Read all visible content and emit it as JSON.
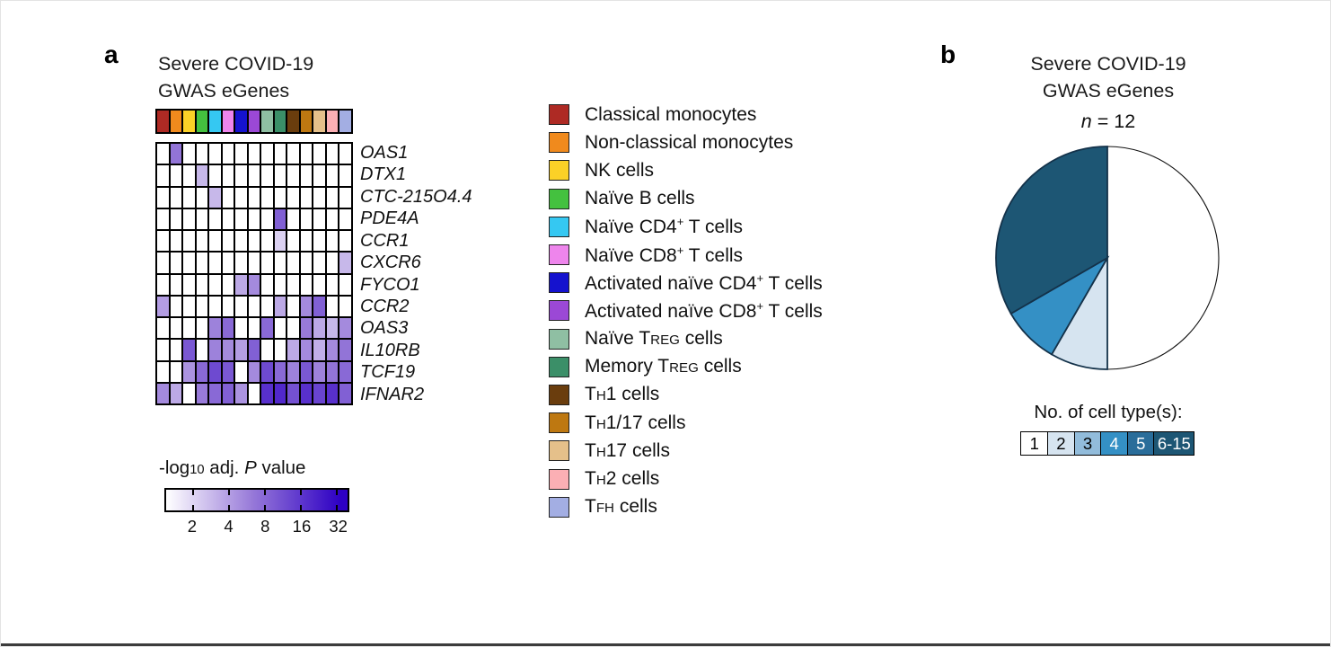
{
  "panel_a": {
    "panel_label": "a",
    "title_line1": "Severe COVID-19",
    "title_line2": "GWAS eGenes",
    "colorbar_label": "-log~10~ adj. *P* value"
  },
  "panel_b": {
    "panel_label": "b",
    "title_line1": "Severe COVID-19",
    "title_line2": "GWAS eGenes",
    "n_label": "*n* = 12",
    "legend_title": "No. of cell type(s):"
  },
  "celltype_legend": {
    "items": [
      {
        "label": "Classical monocytes",
        "color": "#ae2a24"
      },
      {
        "label": "Non-classical monocytes",
        "color": "#f08a1d"
      },
      {
        "label": "NK cells",
        "color": "#fbd127"
      },
      {
        "label": "Naïve B cells",
        "color": "#44c13f"
      },
      {
        "label": "Naïve CD4^+^ T cells",
        "color": "#35c8f2"
      },
      {
        "label": "Naïve CD8^+^ T cells",
        "color": "#ee85ec"
      },
      {
        "label": "Activated naïve CD4^+^ T cells",
        "color": "#1512ce"
      },
      {
        "label": "Activated naïve CD8^+^ T cells",
        "color": "#9b48d6"
      },
      {
        "label": "Naïve T~REG~ cells",
        "color": "#8fbfa3"
      },
      {
        "label": "Memory T~REG~ cells",
        "color": "#3b8f68"
      },
      {
        "label": "T~H~1 cells",
        "color": "#6a3d0d"
      },
      {
        "label": "T~H~1/17 cells",
        "color": "#be7811"
      },
      {
        "label": "T~H~17 cells",
        "color": "#e5c08a"
      },
      {
        "label": "T~H~2 cells",
        "color": "#fbafb4"
      },
      {
        "label": "T~FH~ cells",
        "color": "#a3aee3"
      }
    ]
  },
  "chart_data": [
    {
      "type": "heatmap",
      "title": "Severe COVID-19 GWAS eGenes",
      "value_label": "-log10 adj. P value",
      "rows": [
        "OAS1",
        "DTX1",
        "CTC-215O4.4",
        "PDE4A",
        "CCR1",
        "CXCR6",
        "FYCO1",
        "CCR2",
        "OAS3",
        "IL10RB",
        "TCF19",
        "IFNAR2"
      ],
      "columns": [
        "Classical monocytes",
        "Non-classical monocytes",
        "NK cells",
        "Naïve B cells",
        "Naïve CD4+ T cells",
        "Naïve CD8+ T cells",
        "Activated naïve CD4+ T cells",
        "Activated naïve CD8+ T cells",
        "Naïve TREG cells",
        "Memory TREG cells",
        "TH1 cells",
        "TH1/17 cells",
        "TH17 cells",
        "TH2 cells",
        "TFH cells"
      ],
      "column_colors": [
        "#ae2a24",
        "#f08a1d",
        "#fbd127",
        "#44c13f",
        "#35c8f2",
        "#ee85ec",
        "#1512ce",
        "#9b48d6",
        "#8fbfa3",
        "#3b8f68",
        "#6a3d0d",
        "#be7811",
        "#e5c08a",
        "#fbafb4",
        "#a3aee3"
      ],
      "values": [
        [
          0,
          6,
          0,
          0,
          0,
          0,
          0,
          0,
          0,
          0,
          0,
          0,
          0,
          0,
          0
        ],
        [
          0,
          0,
          0,
          2.5,
          0,
          0,
          0,
          0,
          0,
          0,
          0,
          0,
          0,
          0,
          0
        ],
        [
          0,
          0,
          0,
          0,
          2.5,
          0,
          0,
          0,
          0,
          0,
          0,
          0,
          0,
          0,
          0
        ],
        [
          0,
          0,
          0,
          0,
          0,
          0,
          0,
          0,
          0,
          8,
          0,
          0,
          0,
          0,
          0
        ],
        [
          0,
          0,
          0,
          0,
          0,
          0,
          0,
          0,
          0,
          1.8,
          0,
          0,
          0,
          0,
          0
        ],
        [
          0,
          0,
          0,
          0,
          0,
          0,
          0,
          0,
          0,
          0,
          0,
          0,
          0,
          0,
          2.5
        ],
        [
          0,
          0,
          0,
          0,
          0,
          0,
          3,
          4.5,
          0,
          0,
          0,
          0,
          0,
          0,
          0
        ],
        [
          3.5,
          0,
          0,
          0,
          0,
          0,
          0,
          0,
          0,
          3,
          0,
          4.5,
          8,
          0,
          0
        ],
        [
          0,
          0,
          0,
          0,
          5,
          7,
          0,
          0,
          7,
          0,
          0,
          5.5,
          3,
          2.5,
          4.5
        ],
        [
          0,
          0,
          9,
          0,
          5,
          4.5,
          3.5,
          8,
          0,
          0,
          3,
          4.5,
          2.8,
          4.5,
          6
        ],
        [
          0,
          0,
          4,
          7,
          11,
          9,
          0,
          4.5,
          11,
          7,
          5,
          9,
          5,
          6,
          7
        ],
        [
          4.5,
          3,
          0,
          5.5,
          7,
          8,
          4,
          0,
          16,
          18,
          10,
          16,
          12,
          16,
          8
        ]
      ],
      "scale_ticks": [
        2,
        4,
        8,
        16,
        32
      ],
      "colormap": {
        "low": "#ffffff",
        "mid": "#9678d8",
        "high": "#2e00c4",
        "scale": "log2",
        "domain": [
          1,
          32
        ]
      }
    },
    {
      "type": "pie",
      "title": "Severe COVID-19 GWAS eGenes",
      "n": 12,
      "legend_title": "No. of cell type(s):",
      "categories": [
        "1",
        "2",
        "3",
        "4",
        "5",
        "6-15"
      ],
      "values": [
        6,
        1,
        0,
        1,
        0,
        4
      ],
      "colors": [
        "#ffffff",
        "#d6e4f0",
        "#92bcdb",
        "#3490c5",
        "#2a6d9a",
        "#1d5674"
      ],
      "label_text_colors": [
        "#000000",
        "#000000",
        "#000000",
        "#ffffff",
        "#ffffff",
        "#ffffff"
      ],
      "start_angle_deg": 0,
      "direction": "clockwise",
      "legend_position": "below"
    }
  ]
}
